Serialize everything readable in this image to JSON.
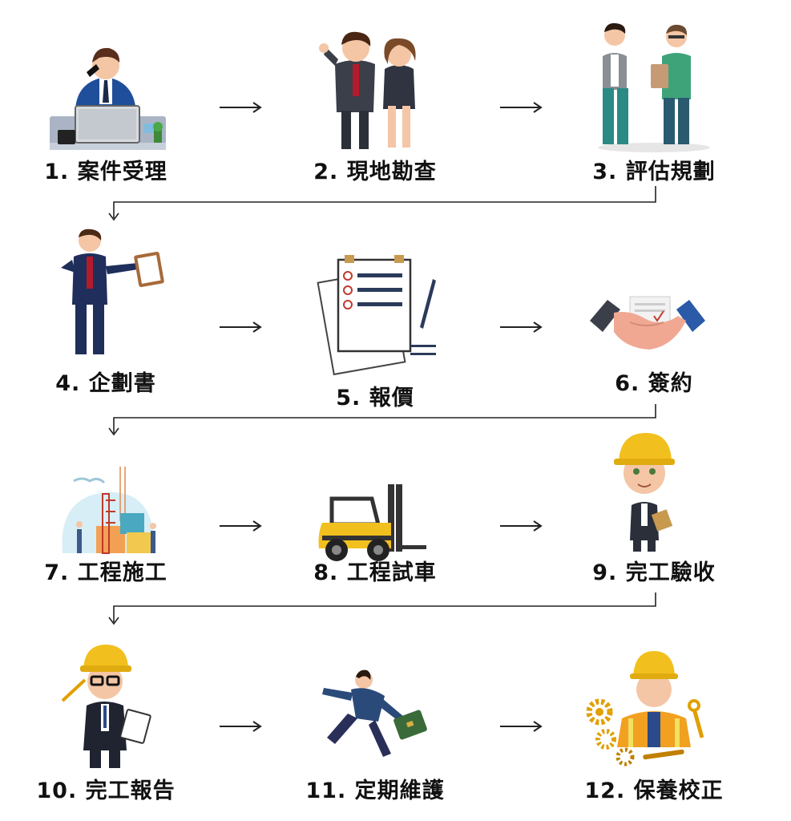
{
  "steps": [
    {
      "label": "1. 案件受理",
      "icon": "phone-operator-icon"
    },
    {
      "label": "2. 現地勘查",
      "icon": "business-people-icon"
    },
    {
      "label": "3. 評估規劃",
      "icon": "planners-clipboard-icon"
    },
    {
      "label": "4. 企劃書",
      "icon": "man-with-clipboard-icon"
    },
    {
      "label": "5. 報價",
      "icon": "checklist-document-icon"
    },
    {
      "label": "6. 簽約",
      "icon": "handshake-contract-icon"
    },
    {
      "label": "7. 工程施工",
      "icon": "puzzle-construction-icon"
    },
    {
      "label": "8. 工程試車",
      "icon": "forklift-icon"
    },
    {
      "label": "9. 完工驗收",
      "icon": "inspector-hardhat-icon"
    },
    {
      "label": "10. 完工報告",
      "icon": "engineer-report-icon"
    },
    {
      "label": "11. 定期維護",
      "icon": "running-businessman-icon"
    },
    {
      "label": "12. 保養校正",
      "icon": "worker-gears-icon"
    }
  ],
  "colors": {
    "text": "#111111",
    "line": "#222222",
    "navy": "#1f3460",
    "hardhat": "#f2c01e",
    "skin": "#f4c6a5"
  }
}
